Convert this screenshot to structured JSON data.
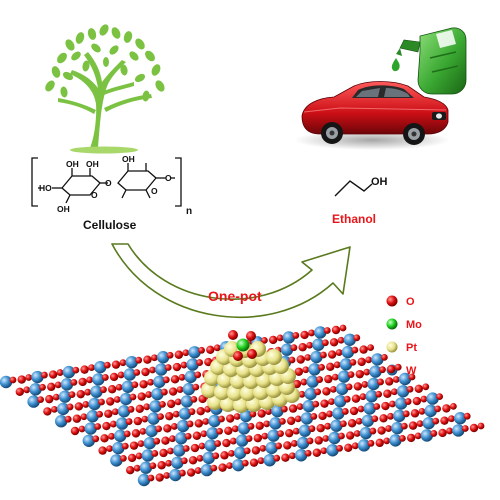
{
  "reactant": {
    "name": "Cellulose",
    "repeat_index": "n",
    "atom_labels": [
      "HO",
      "OH",
      "OH",
      "OH",
      "OH",
      "O",
      "O",
      "O",
      "O"
    ]
  },
  "product": {
    "name": "Ethanol",
    "hydroxyl_label": "OH"
  },
  "process": {
    "label": "One-pot"
  },
  "legend": {
    "items": [
      {
        "symbol": "O",
        "color": "#e8161a"
      },
      {
        "symbol": "Mo",
        "color": "#1fd21f"
      },
      {
        "symbol": "Pt",
        "color": "#f0f02a"
      },
      {
        "symbol": "W",
        "color": "#3c8fd0"
      }
    ]
  },
  "colors": {
    "arrow_stroke": "#5a7a1e",
    "arrow_fill": "#ffffff",
    "label_red": "#e8161a",
    "tree": "#7cc242",
    "car": "#d8121a",
    "jerrycan": "#37a832"
  }
}
